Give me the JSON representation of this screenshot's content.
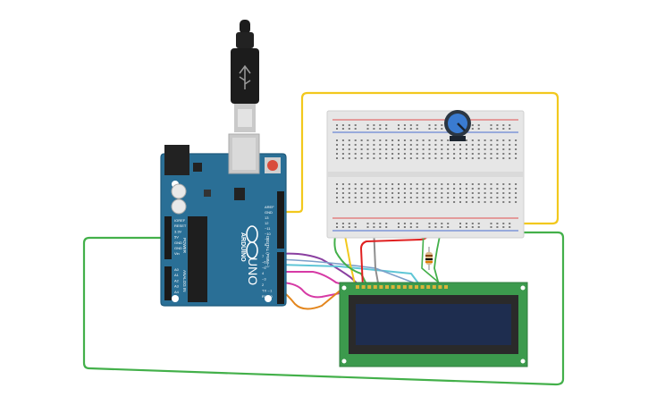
{
  "arduino": {
    "model": "UNO",
    "brand": "ARDUINO",
    "pin_labels_left": [
      "IOREF",
      "RESET",
      "3.3V",
      "5V",
      "GND",
      "GND",
      "Vin"
    ],
    "analog_labels": [
      "A0",
      "A1",
      "A2",
      "A3",
      "A4",
      "A5"
    ],
    "section_power": "POWER",
    "section_analog": "ANALOG IN",
    "section_digital": "DIGITAL (PWM~)",
    "digital_top_labels": [
      "AREF",
      "GND",
      "13",
      "12",
      "~11",
      "~10",
      "~9",
      "8"
    ],
    "digital_bottom_labels": [
      "7",
      "~6",
      "~5",
      "4",
      "~3",
      "2",
      "TX→1",
      "RX←0"
    ]
  },
  "colors": {
    "board": "#2a6f96",
    "board_edge": "#1f5a7c",
    "breadboard": "#e6e6e6",
    "lcd_pcb": "#3c9a4d",
    "lcd_screen": "#1e2d4f",
    "wire_yellow": "#f2c81d",
    "wire_green": "#43b04a",
    "wire_red": "#e02020",
    "wire_purple": "#8a3fa0",
    "wire_magenta": "#d63aa5",
    "wire_orange": "#e3861d",
    "wire_teal": "#5fc6d6",
    "wire_gray": "#8e8e8e"
  },
  "components": {
    "usb_cable": "usb-cable",
    "breadboard": "half-size-breadboard",
    "potentiometer": "potentiometer",
    "resistor": "resistor",
    "lcd": "16x2-lcd"
  }
}
